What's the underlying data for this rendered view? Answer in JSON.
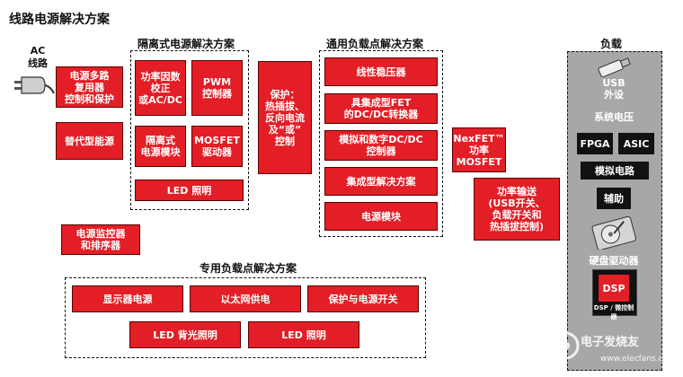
{
  "title": "线路电源解决方案",
  "ac": {
    "label": "AC\n线路"
  },
  "left": {
    "protect": "电源多路\n复用器\n控制和保护",
    "alt": "替代型能源",
    "monitor": "电源监控器\n和排序器"
  },
  "isolated": {
    "title": "隔离式电源解决方案",
    "pfc": "功率因数\n校正\n或AC/DC",
    "pwm": "PWM\n控制器",
    "iso_module": "隔离式\n电源模块",
    "mosfet": "MOSFET\n驱动器",
    "led": "LED  照明"
  },
  "protection": "保护：\n热插拔、\n反向电流\n及“或”\n控制",
  "pol": {
    "title": "通用负载点解决方案",
    "items": [
      "线性稳压器",
      "具集成型FET\n的DC/DC转换器",
      "模拟和数字DC/DC\n控制器",
      "集成型解决方案",
      "电源模块"
    ]
  },
  "nexfet": "NexFET™\n功率\nMOSFET",
  "power_dist": "功率输送\n(USB开关、\n负载开关和\n热插拔控制)",
  "special": {
    "title": "专用负载点解决方案",
    "row1": [
      "显示器电源",
      "以太网供电",
      "保护与电源开关"
    ],
    "row2": [
      "LED  背光照明",
      "LED  照明"
    ]
  },
  "load": {
    "title": "负载",
    "usb": "USB\n外设",
    "sys_voltage": "系统电压",
    "fpga": "FPGA",
    "asic": "ASIC",
    "analog": "模拟电路",
    "aux": "辅助",
    "disk": "硬盘驱动器",
    "dsp": "DSP",
    "dsp_caption": "DSP / 微控制器",
    "watermark_brand": "电子发烧友",
    "watermark_url": "www.elecfans.com"
  }
}
